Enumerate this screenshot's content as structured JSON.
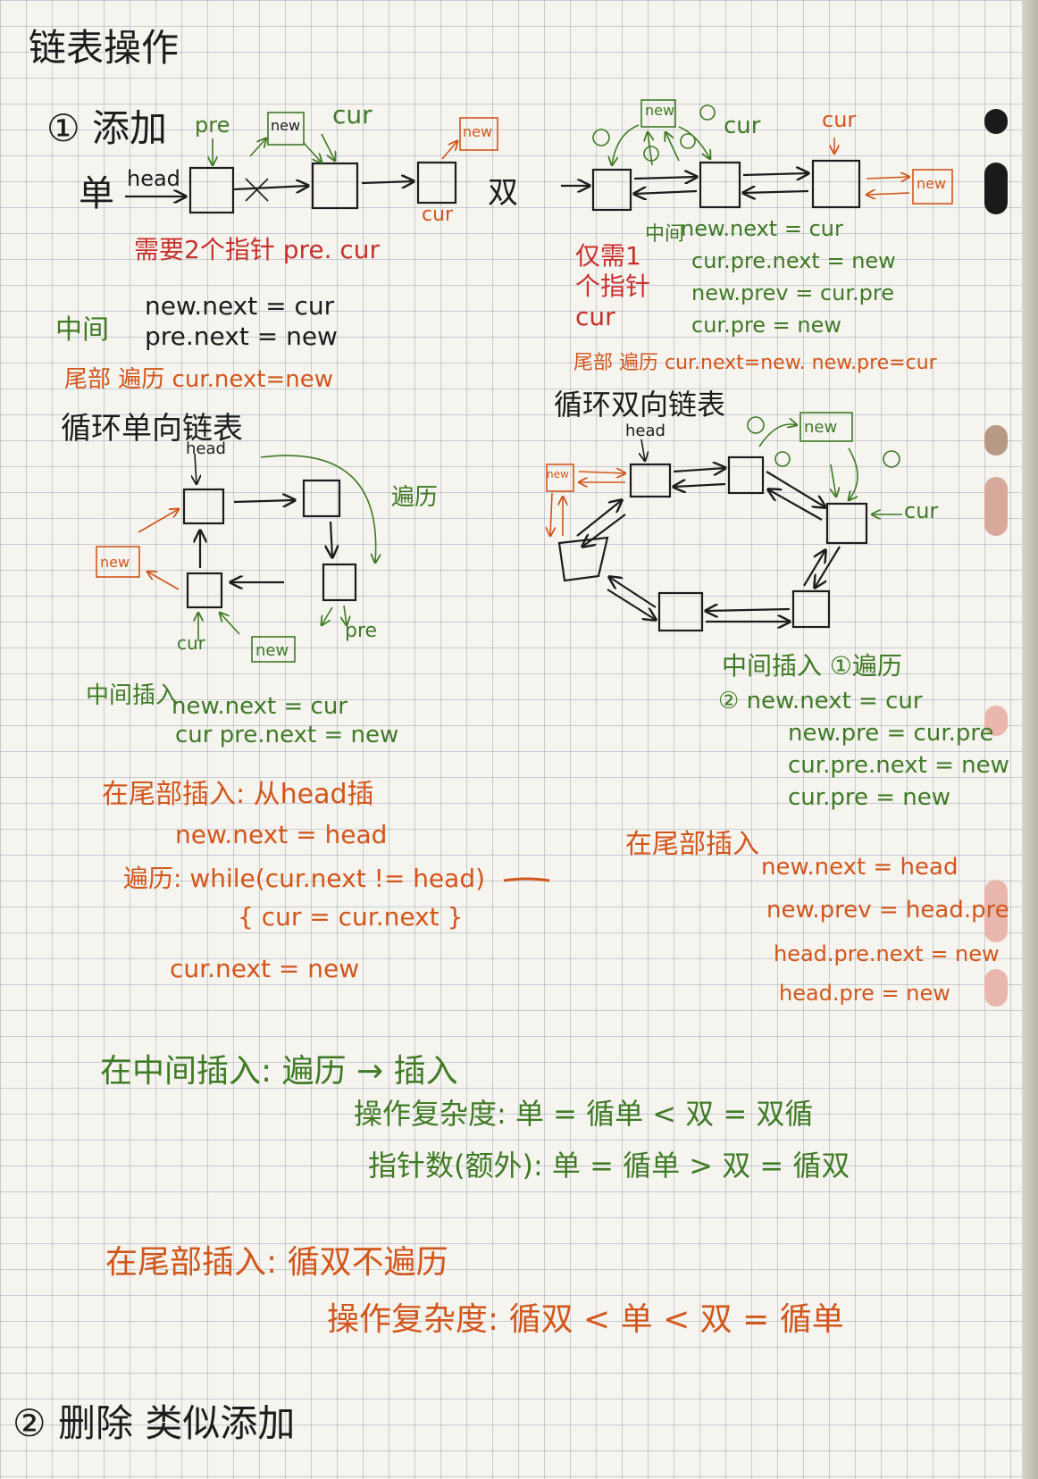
{
  "title": "链表操作",
  "section_add": {
    "heading": "① 添加",
    "single_label": "单",
    "double_label": "双",
    "labels": {
      "head": "head",
      "pre": "pre",
      "new": "new",
      "cur": "cur"
    },
    "single_note": "需要2个指针 pre. cur",
    "middle_label": "中间",
    "single_middle_code": [
      "new.next = cur",
      "pre.next = new"
    ],
    "single_tail": "尾部 遍历 cur.next=new",
    "double_need": "仅需1个指针 cur",
    "double_middle_label": "中间",
    "double_middle_code": [
      "new.next = cur",
      "cur.pre.next = new",
      "new.prev = cur.pre",
      "cur.pre = new"
    ],
    "double_tail": "尾部 遍历 cur.next=new. new.pre=cur"
  },
  "circ_single": {
    "title": "循环单向链表",
    "head": "head",
    "traverse": "遍历",
    "new": "new",
    "cur": "cur",
    "pre": "pre",
    "middle_label": "中间插入",
    "middle_code": [
      "new.next = cur",
      "cur pre.next = new"
    ],
    "tail_label": "在尾部插入: 从head插",
    "tail_code": [
      "new.next = head",
      "遍历: while(cur.next != head)",
      "{ cur = cur.next }",
      "cur.next = new"
    ]
  },
  "circ_double": {
    "title": "循环双向链表",
    "head": "head",
    "new": "new",
    "cur": "cur",
    "middle_label": "中间插入 ①遍历",
    "middle_code": [
      "② new.next = cur",
      "new.pre = cur.pre",
      "cur.pre.next = new",
      "cur.pre = new"
    ],
    "tail_label": "在尾部插入",
    "tail_code": [
      "new.next = head",
      "new.prev = head.pre",
      "head.pre.next = new",
      "head.pre = new"
    ]
  },
  "summary": {
    "middle_label": "在中间插入: 遍历 → 插入",
    "complexity": "操作复杂度: 单 = 循单 < 双 = 双循",
    "pointers": "指针数(额外): 单 = 循单 > 双 = 循双",
    "tail_label": "在尾部插入: 循双不遍历",
    "tail_complexity": "操作复杂度: 循双 < 单 < 双 = 循单"
  },
  "section_delete": "② 删除 类似添加",
  "colors": {
    "black": "#1c1c1c",
    "green": "#3f7a25",
    "orange": "#d2561b",
    "red": "#c8302a"
  }
}
